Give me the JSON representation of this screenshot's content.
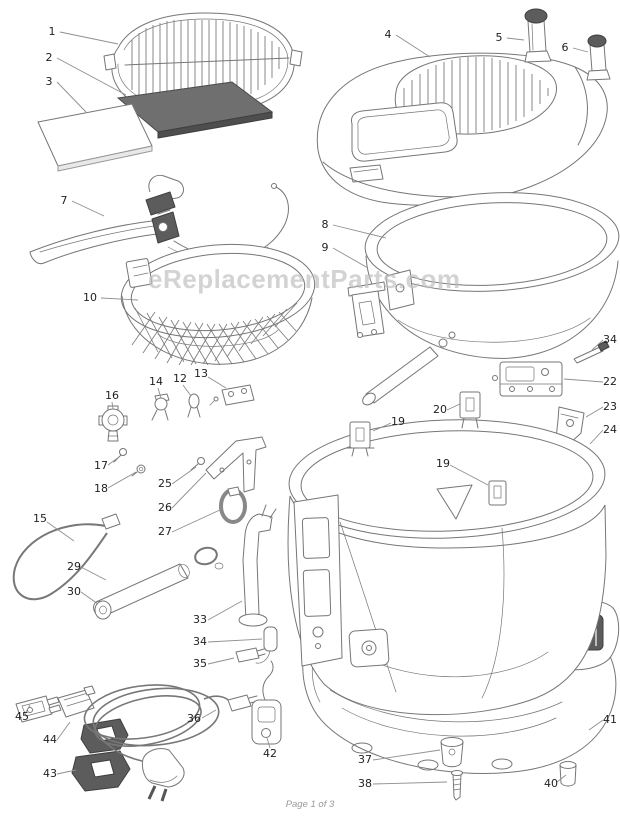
{
  "page": {
    "watermark": "eReplacementParts.com",
    "footer": "Page 1 of 3"
  },
  "colors": {
    "line": "#767676",
    "dark": "#5c5c5c",
    "pad": "#6f6f6f"
  },
  "callouts": {
    "c1": "1",
    "c2": "2",
    "c3": "3",
    "c4": "4",
    "c5": "5",
    "c6": "6",
    "c7": "7",
    "c8": "8",
    "c9": "9",
    "c10": "10",
    "c12": "12",
    "c13": "13",
    "c14": "14",
    "c15": "15",
    "c16": "16",
    "c17": "17",
    "c18": "18",
    "c19a": "19",
    "c19b": "19",
    "c20": "20",
    "c22": "22",
    "c23": "23",
    "c24": "24",
    "c25": "25",
    "c26": "26",
    "c27": "27",
    "c29": "29",
    "c30": "30",
    "c33": "33",
    "c34a": "34",
    "c34b": "34",
    "c35": "35",
    "c36": "36",
    "c37": "37",
    "c38": "38",
    "c40": "40",
    "c41": "41",
    "c42": "42",
    "c43": "43",
    "c44": "44",
    "c45": "45"
  }
}
